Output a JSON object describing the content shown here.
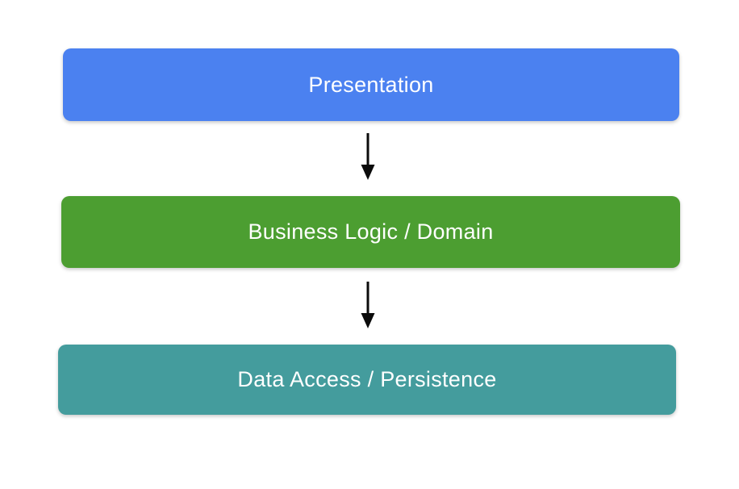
{
  "diagram": {
    "type": "layered-architecture",
    "background_color": "#ffffff",
    "text_color": "#ffffff",
    "arrow_color": "#0b0b0b",
    "layers": [
      {
        "label": "Presentation",
        "color": "#4b81f0"
      },
      {
        "label": "Business Logic / Domain",
        "color": "#4c9e31"
      },
      {
        "label": "Data Access / Persistence",
        "color": "#449c9d"
      }
    ],
    "connections": [
      {
        "from": "Presentation",
        "to": "Business Logic / Domain"
      },
      {
        "from": "Business Logic / Domain",
        "to": "Data Access / Persistence"
      }
    ]
  }
}
